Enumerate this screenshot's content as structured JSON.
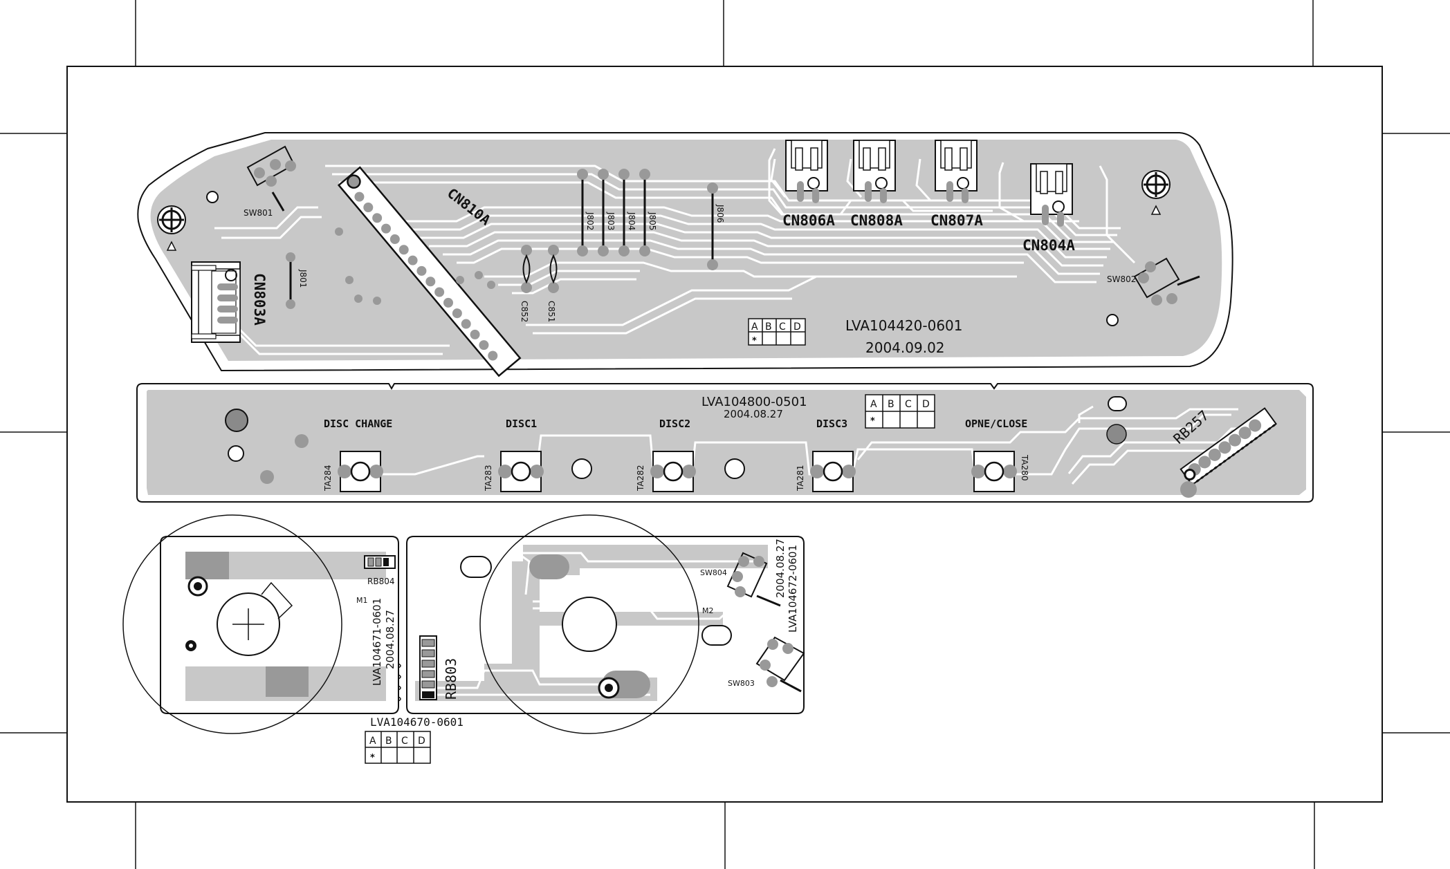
{
  "main_board": {
    "part_number": "LVA104420-0601",
    "date": "2004.09.02",
    "revision_table": {
      "headers": [
        "A",
        "B",
        "C",
        "D"
      ],
      "marks": [
        "*",
        "",
        "",
        ""
      ]
    },
    "connectors": [
      "CN810A",
      "CN803A",
      "CN806A",
      "CN808A",
      "CN807A",
      "CN804A"
    ],
    "jumpers": [
      "J801",
      "J802",
      "J803",
      "J804",
      "J805",
      "J806"
    ],
    "capacitors": [
      "C852",
      "C851"
    ],
    "switches": [
      "SW801",
      "SW802"
    ]
  },
  "button_board": {
    "part_number": "LVA104800-0501",
    "date": "2004.08.27",
    "revision_table": {
      "headers": [
        "A",
        "B",
        "C",
        "D"
      ],
      "marks": [
        "*",
        "",
        "",
        ""
      ]
    },
    "buttons": [
      {
        "label": "DISC CHANGE",
        "ref": "TA284"
      },
      {
        "label": "DISC1",
        "ref": "TA283"
      },
      {
        "label": "DISC2",
        "ref": "TA282"
      },
      {
        "label": "DISC3",
        "ref": "TA281"
      },
      {
        "label": "OPNE/CLOSE",
        "ref": "TA280"
      }
    ],
    "resistor_network": "RB257"
  },
  "motor_board_1": {
    "part_number": "LVA104671-0601",
    "date": "2004.08.27",
    "motor": "M1",
    "resistor": "RB804"
  },
  "motor_board_2": {
    "part_number": "LVA104672-0601",
    "date": "2004.08.27",
    "motor": "M2",
    "resistor": "RB803",
    "switches": [
      "SW804",
      "SW803"
    ]
  },
  "assembly": {
    "part_number": "LVA104670-0601",
    "revision_table": {
      "headers": [
        "A",
        "B",
        "C",
        "D"
      ],
      "marks": [
        "*",
        "",
        "",
        ""
      ]
    }
  }
}
